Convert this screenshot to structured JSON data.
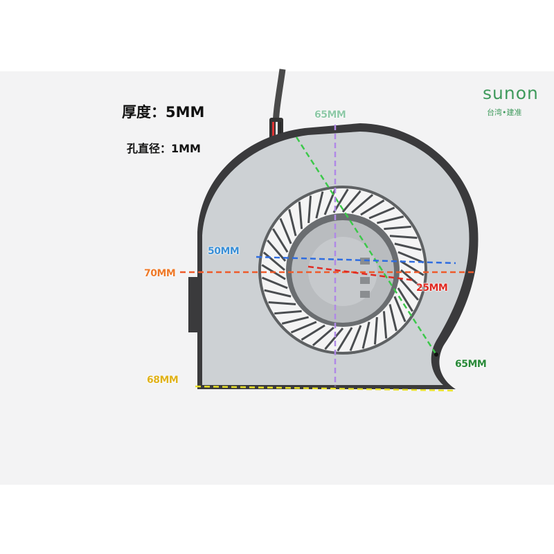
{
  "specs": {
    "thickness": "厚度：5MM",
    "hole_diameter": "孔直径：1MM"
  },
  "brand": {
    "name": "sunon",
    "subtitle": "台湾•建准"
  },
  "dimensions": {
    "green_top": "65MM",
    "blue": "50MM",
    "orange": "70MM",
    "red": "25MM",
    "green_bottom": "65MM",
    "yellow": "68MM"
  },
  "colors": {
    "green": "#3cc84a",
    "blue": "#2f6de0",
    "orange": "#ee5a2a",
    "red": "#e02a22",
    "purple": "#b089e6",
    "yellow": "#e8e02a",
    "brand": "#3f9a5c"
  },
  "icons": {
    "fan": "centrifugal-blower-fan"
  }
}
